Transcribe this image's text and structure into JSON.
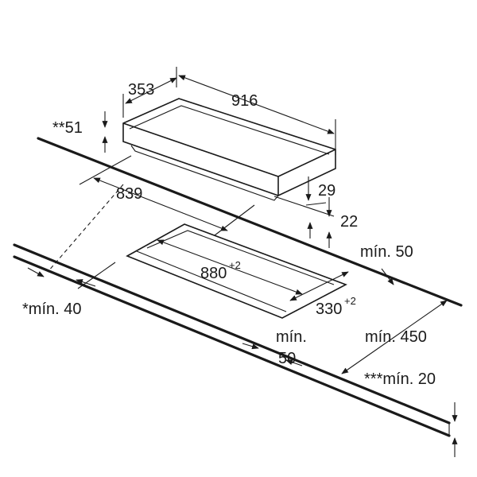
{
  "dimensions": {
    "hob_depth": "353",
    "hob_width": "916",
    "front_overhang": "**51",
    "cutout_offset": "839",
    "hob_height": "29",
    "worktop_depth": "22",
    "cutout_width": "880",
    "cutout_width_tol": "+2",
    "cutout_depth": "330",
    "cutout_depth_tol": "+2",
    "back_min_label": "mín. 50",
    "front_min_label": "*mín. 40",
    "side_min_label_1": "mín.",
    "side_min_label_2": "50",
    "wall_min_label": "mín. 450",
    "wall_gap_label": "***mín. 20"
  }
}
